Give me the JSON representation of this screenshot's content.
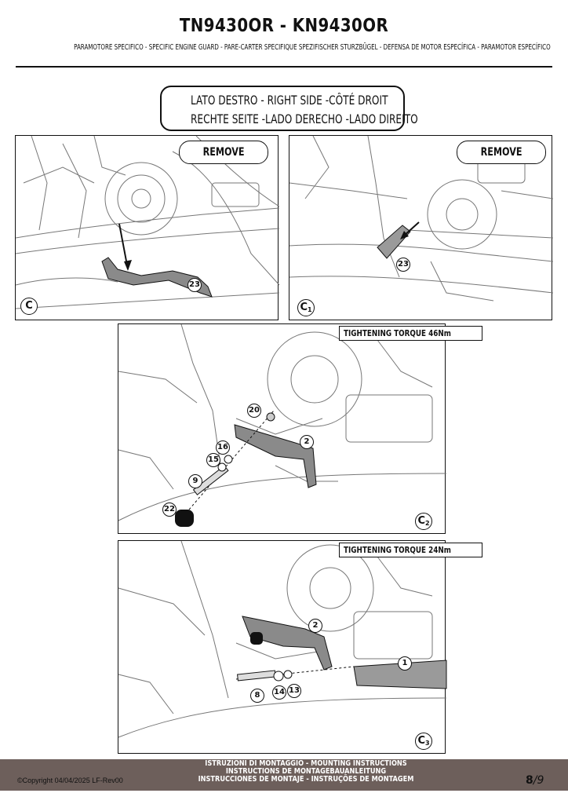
{
  "header": {
    "title": "TN9430OR - KN9430OR",
    "subtitle": "PARAMOTORE SPECIFICO  -  SPECIFIC ENGINE GUARD - PARE-CARTER SPECIFIQUE SPEZIFISCHER STURZBÜGEL - DEFENSA DE MOTOR ESPECÍFICA - PARAMOTOR ESPECÍFICO"
  },
  "side_label": {
    "line1": "LATO DESTRO - RIGHT SIDE -CÔTÉ DROIT",
    "line2": "RECHTE SEITE -LADO DERECHO -LADO DIREITO"
  },
  "panels": {
    "c": {
      "remove": "REMOVE",
      "step": "C",
      "part": "23"
    },
    "c1": {
      "remove": "REMOVE",
      "step": "C",
      "step_sub": "1",
      "part": "23"
    },
    "c2": {
      "torque": "TIGHTENING TORQUE 46Nm",
      "step": "C",
      "step_sub": "2",
      "parts": [
        "20",
        "2",
        "16",
        "15",
        "9",
        "22"
      ]
    },
    "c3": {
      "torque": "TIGHTENING TORQUE 24Nm",
      "step": "C",
      "step_sub": "3",
      "parts": [
        "2",
        "1",
        "8",
        "14",
        "13"
      ]
    }
  },
  "footer": {
    "copyright": "©Copyright 04/04/2025 LF-Rev00",
    "instructions": [
      "ISTRUZIONI DI MONTAGGIO  -  MOUNTING INSTRUCTIONS",
      "INSTRUCTIONS DE MONTAGEBAUANLEITUNG",
      "INSTRUCCIONES DE MONTAJE - INSTRUÇÕES DE MONTAGEM"
    ],
    "page": "8",
    "page_total": "/9"
  }
}
